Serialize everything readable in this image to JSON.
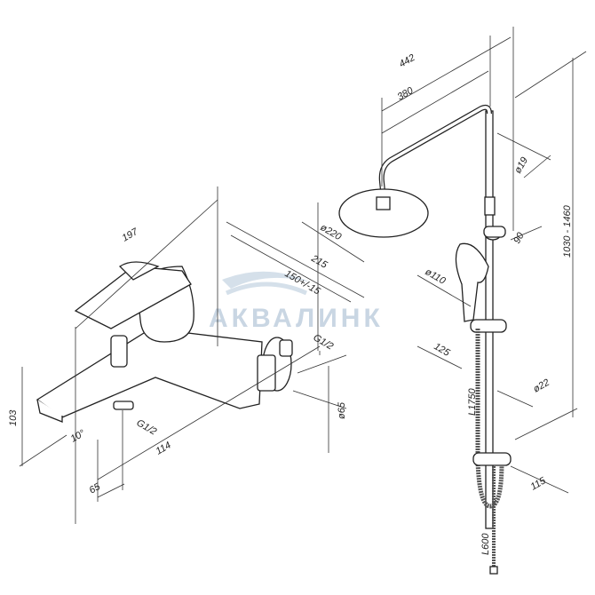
{
  "watermark": "АКВАЛИНК",
  "shower": {
    "total_width": "442",
    "arm_length": "380",
    "arm_diameter": "ø19",
    "height_range": "1030 - 1460",
    "holder_offset": "90",
    "head_diameter": "ø220",
    "hand_shower_diameter": "ø110",
    "slider_offset": "125",
    "hose_length": "L1750",
    "rail_diameter": "ø22",
    "bottom_offset": "115",
    "hose2_length": "L600"
  },
  "mixer": {
    "depth": "197",
    "length": "215",
    "centers": "150+/-15",
    "wall_thread": "G1/2",
    "flange_diameter": "ø65",
    "height": "103",
    "spout_angle": "10°",
    "outlet_thread": "G1/2",
    "spout_to_outlet": "114",
    "outlet_offset": "65"
  }
}
